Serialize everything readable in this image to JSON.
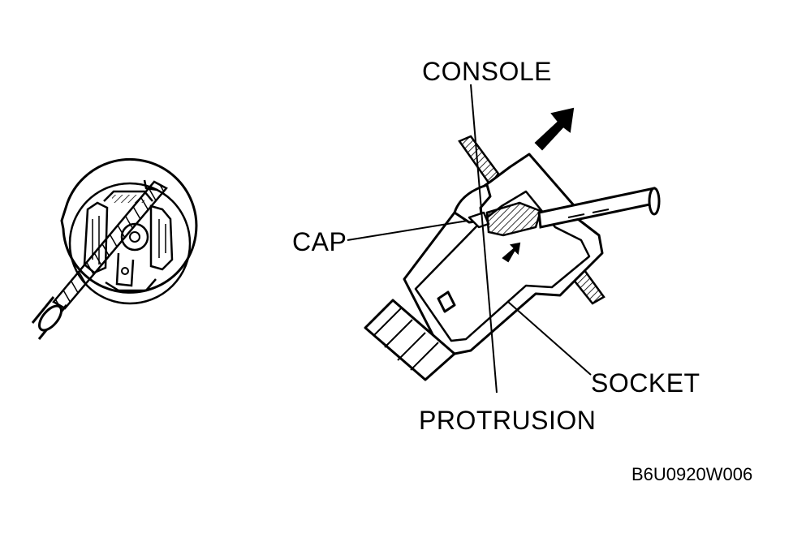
{
  "labels": {
    "console": "CONSOLE",
    "cap": "CAP",
    "protrusion": "PROTRUSION",
    "socket": "SOCKET"
  },
  "figure_code": "B6U0920W006"
}
